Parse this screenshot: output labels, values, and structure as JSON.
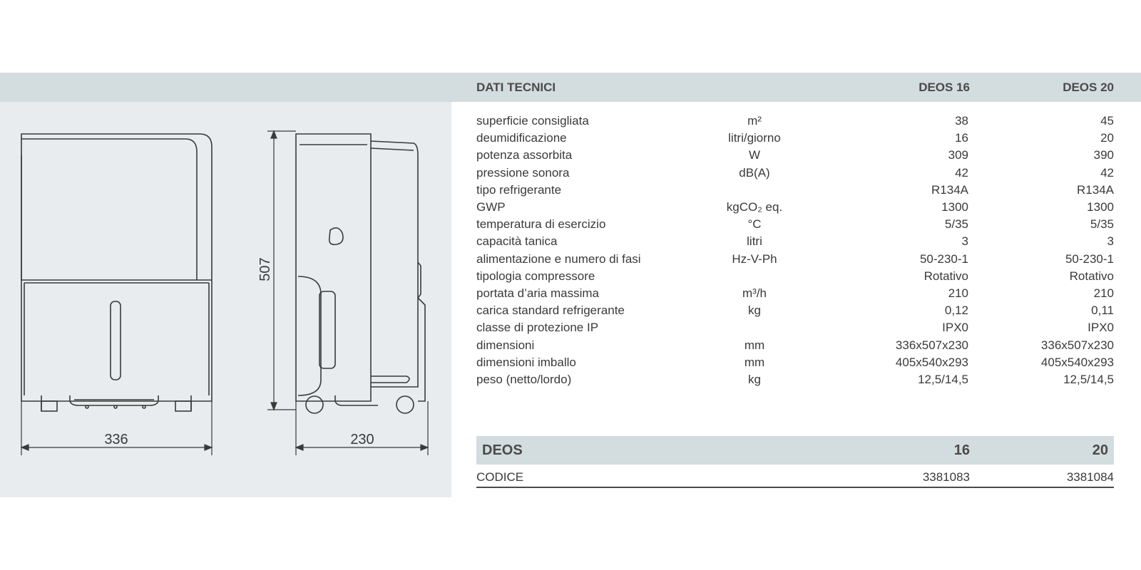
{
  "specs": {
    "header": {
      "title": "DATI TECNICI",
      "model_a": "DEOS 16",
      "model_b": "DEOS 20"
    },
    "rows": [
      {
        "label": "superficie consigliata",
        "unit": "m²",
        "a": "38",
        "b": "45"
      },
      {
        "label": "deumidificazione",
        "unit": "litri/giorno",
        "a": "16",
        "b": "20"
      },
      {
        "label": "potenza assorbita",
        "unit": "W",
        "a": "309",
        "b": "390"
      },
      {
        "label": "pressione sonora",
        "unit": "dB(A)",
        "a": "42",
        "b": "42"
      },
      {
        "label": "tipo refrigerante",
        "unit": "",
        "a": "R134A",
        "b": "R134A"
      },
      {
        "label": "GWP",
        "unit": "kgCO₂ eq.",
        "a": "1300",
        "b": "1300"
      },
      {
        "label": "temperatura di esercizio",
        "unit": "°C",
        "a": "5/35",
        "b": "5/35"
      },
      {
        "label": "capacità tanica",
        "unit": "litri",
        "a": "3",
        "b": "3"
      },
      {
        "label": "alimentazione e numero di fasi",
        "unit": "Hz-V-Ph",
        "a": "50-230-1",
        "b": "50-230-1"
      },
      {
        "label": "tipologia compressore",
        "unit": "",
        "a": "Rotativo",
        "b": "Rotativo"
      },
      {
        "label": "portata d’aria massima",
        "unit": "m³/h",
        "a": "210",
        "b": "210"
      },
      {
        "label": "carica standard refrigerante",
        "unit": "kg",
        "a": "0,12",
        "b": "0,11"
      },
      {
        "label": "classe di protezione IP",
        "unit": "",
        "a": "IPX0",
        "b": "IPX0"
      },
      {
        "label": "dimensioni",
        "unit": "mm",
        "a": "336x507x230",
        "b": "336x507x230"
      },
      {
        "label": "dimensioni imballo",
        "unit": "mm",
        "a": "405x540x293",
        "b": "405x540x293"
      },
      {
        "label": "peso (netto/lordo)",
        "unit": "kg",
        "a": "12,5/14,5",
        "b": "12,5/14,5"
      }
    ]
  },
  "models": {
    "name": "DEOS",
    "a": "16",
    "b": "20"
  },
  "codes": {
    "label": "CODICE",
    "a": "3381083",
    "b": "3381084"
  },
  "drawing": {
    "width_label": "336",
    "depth_label": "230",
    "height_label": "507"
  }
}
